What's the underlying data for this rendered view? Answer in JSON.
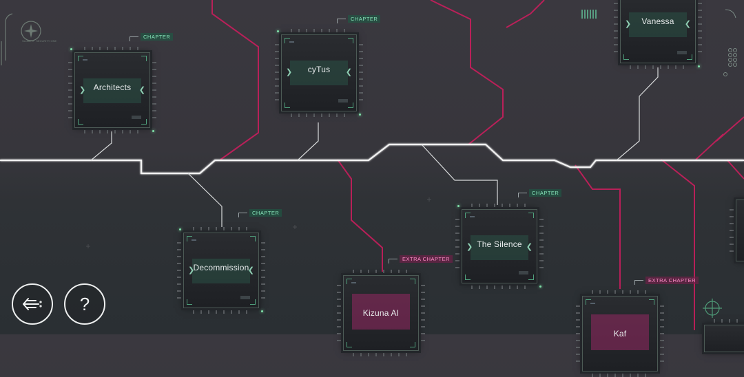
{
  "colors": {
    "accent_chapter": "#86e3b8",
    "accent_extra": "#ff8ec9",
    "trace_white": "#f2f2f2",
    "trace_red": "#c81e5c",
    "background": "#37363c"
  },
  "hud": {
    "corner_tiny_text": "Section 0 · SECURITY ONE",
    "buttons": [
      {
        "name": "back",
        "icon": "back-arrow-icon"
      },
      {
        "name": "help",
        "icon": "question-icon",
        "glyph": "?"
      }
    ]
  },
  "nodes": [
    {
      "id": "architects",
      "label": "Architects",
      "tag": "CHAPTER",
      "kind": "chapter"
    },
    {
      "id": "cytus",
      "label": "cyTus",
      "tag": "CHAPTER",
      "kind": "chapter"
    },
    {
      "id": "vanessa",
      "label": "Vanessa",
      "tag": "",
      "kind": "chapter"
    },
    {
      "id": "decommission",
      "label": "Decommission",
      "tag": "CHAPTER",
      "kind": "chapter"
    },
    {
      "id": "the_silence",
      "label": "The Silence",
      "tag": "CHAPTER",
      "kind": "chapter"
    },
    {
      "id": "kizuna_ai",
      "label": "Kizuna AI",
      "tag": "EXTRA CHAPTER",
      "kind": "extra"
    },
    {
      "id": "kaf",
      "label": "Kaf",
      "tag": "EXTRA CHAPTER",
      "kind": "extra"
    }
  ]
}
